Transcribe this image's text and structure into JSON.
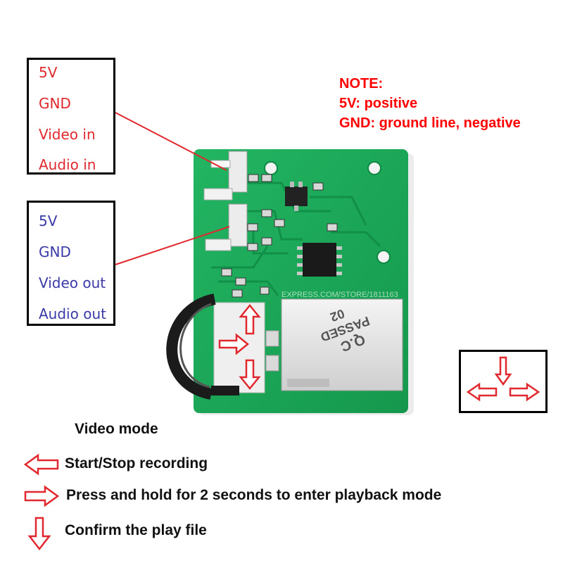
{
  "colors": {
    "red": "#e0282e",
    "blue": "#3a3aa8",
    "note_red": "#ff0000",
    "pcb_green": "#1ea857",
    "pcb_dark": "#0f8a45"
  },
  "input_connector": {
    "pins": [
      "5V",
      "GND",
      "Video in",
      "Audio in"
    ]
  },
  "output_connector": {
    "pins": [
      "5V",
      "GND",
      "Video out",
      "Audio out"
    ]
  },
  "note": {
    "title": "NOTE:",
    "line_5v": "5V: positive",
    "line_gnd": "GND: ground line, negative"
  },
  "board": {
    "watermark": "EXPRESS.COM/STORE/1811163",
    "qc_stamp_1": "Q.C",
    "qc_stamp_2": "PASSED",
    "qc_stamp_3": "02"
  },
  "legend": {
    "title": "Video mode",
    "items": [
      {
        "icon": "left-arrow-icon",
        "text": "Start/Stop recording"
      },
      {
        "icon": "right-arrow-icon",
        "text": "Press and hold for 2 seconds to enter playback mode"
      },
      {
        "icon": "down-arrow-icon",
        "text": "Confirm the play file"
      }
    ]
  },
  "button_key": {
    "icons": [
      "down-arrow-icon",
      "left-arrow-icon",
      "right-arrow-icon"
    ]
  }
}
